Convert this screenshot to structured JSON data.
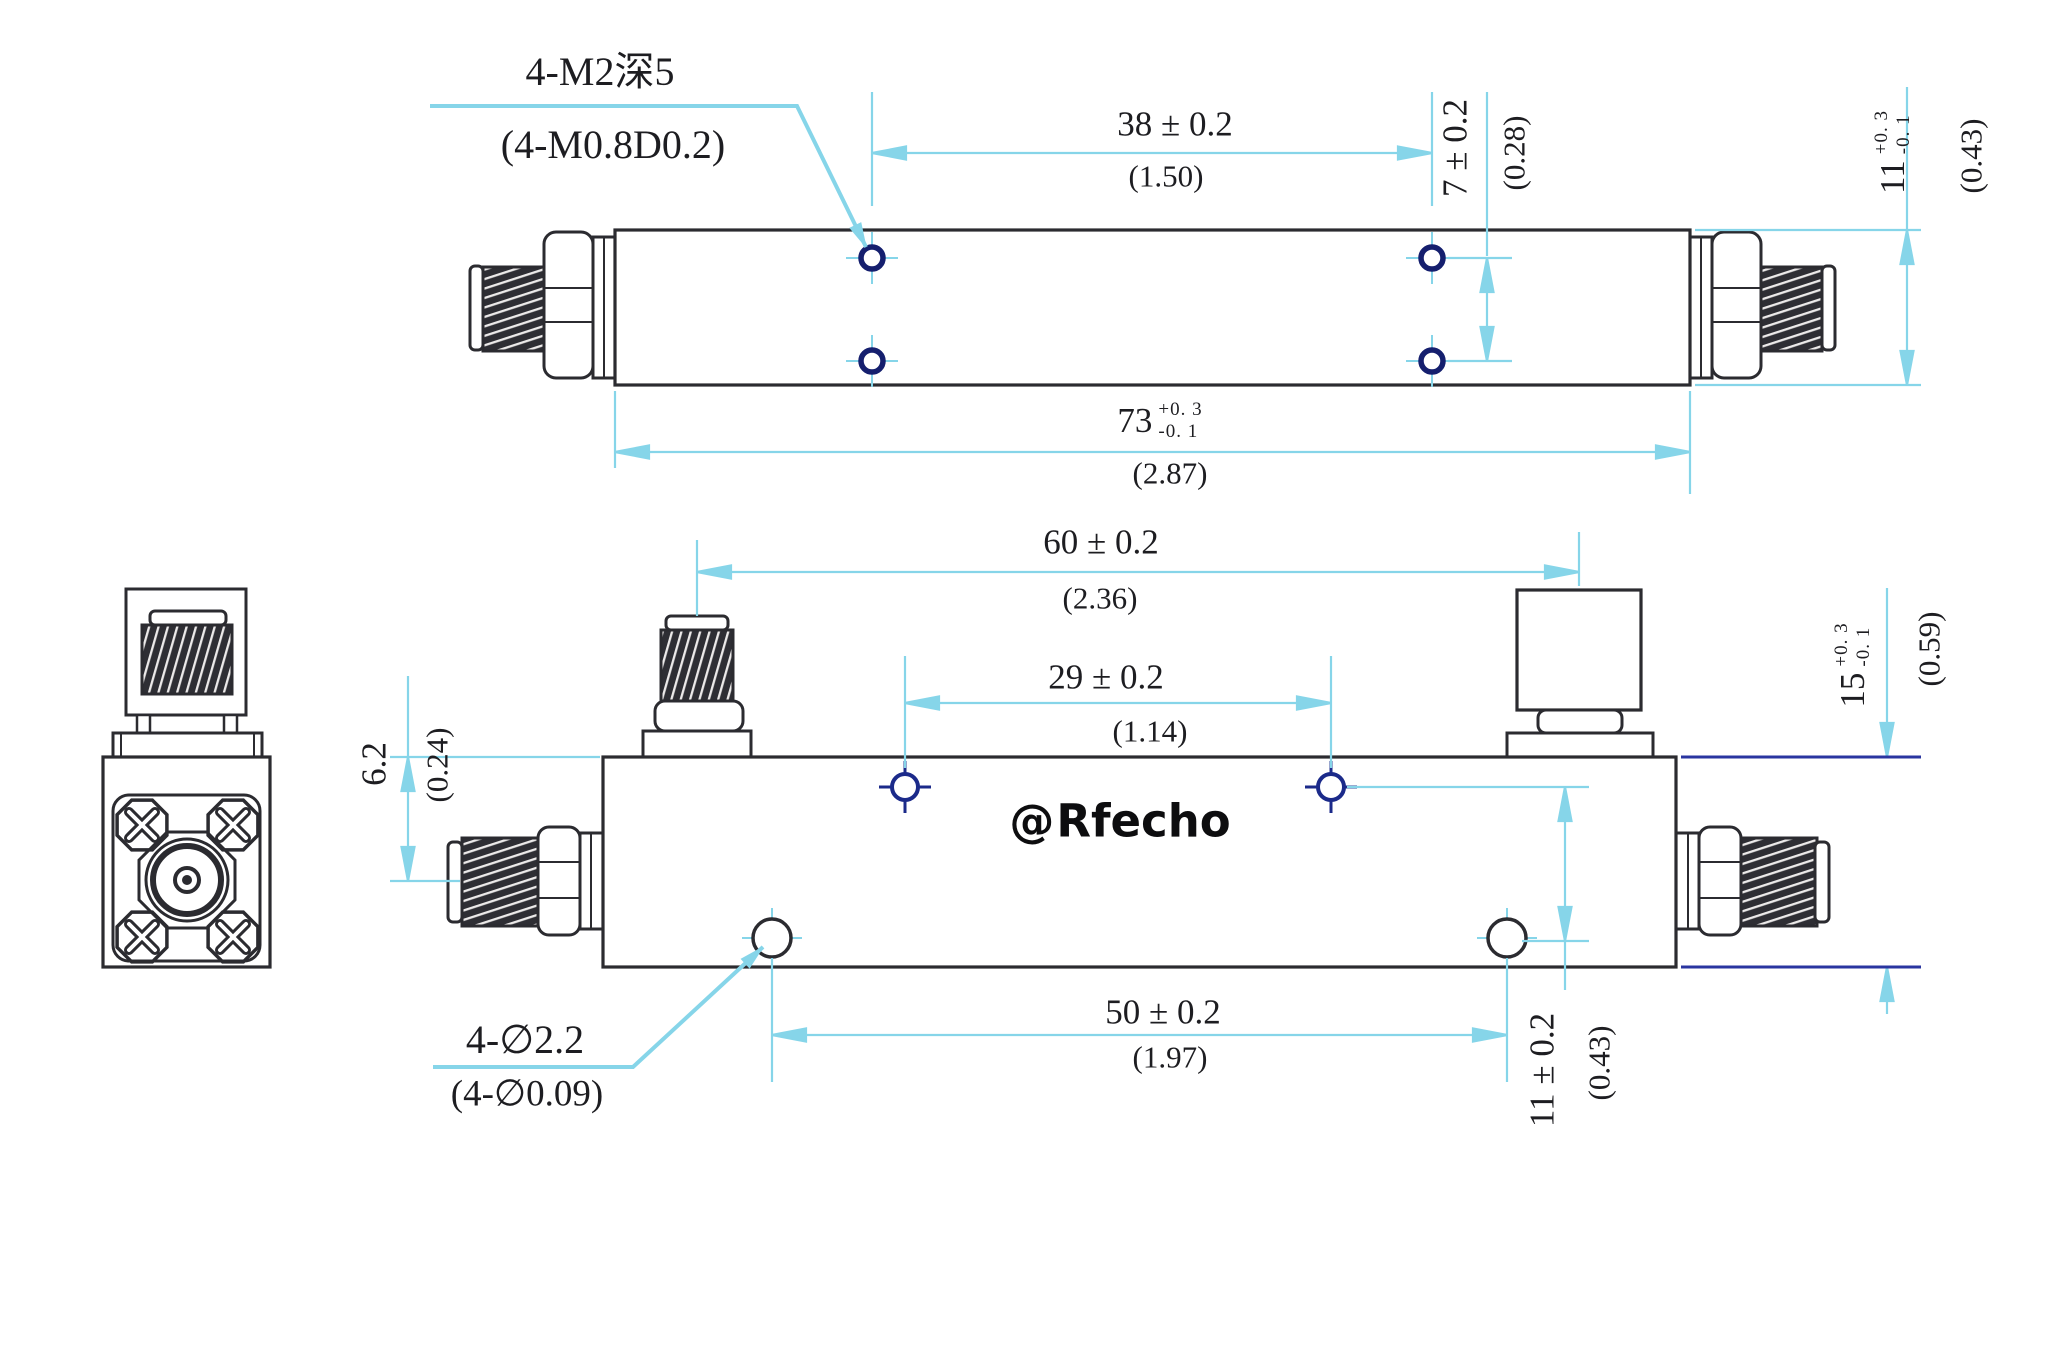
{
  "page": {
    "background": "#ffffff"
  },
  "colors": {
    "dim_cyan": "#86d5e9",
    "hole_navy": "#1b2a8a",
    "ext_navy": "#2a35a0",
    "outline": "#2b2b30",
    "text": "#1d1d21"
  },
  "logo": {
    "symbol": "@",
    "name": "Rfecho"
  },
  "annotations": {
    "thread_note_line1": "4-M2深5",
    "thread_note_line2": "(4-M0.8D0.2)",
    "hole_note_line1": "4-∅2.2",
    "hole_note_line2": "(4-∅0.09)",
    "dims": {
      "d38": {
        "mm": "38 ± 0.2",
        "inch": "(1.50)"
      },
      "d7": {
        "mm": "7 ± 0.2",
        "inch": "(0.28)"
      },
      "d11_top": {
        "mm": "11",
        "tol_plus": "+0. 3",
        "tol_minus": "-0. 1",
        "inch": "(0.43)"
      },
      "d73": {
        "mm": "73",
        "tol_plus": "+0. 3",
        "tol_minus": "-0. 1",
        "inch": "(2.87)"
      },
      "d60": {
        "mm": "60 ± 0.2",
        "inch": "(2.36)"
      },
      "d29": {
        "mm": "29 ± 0.2",
        "inch": "(1.14)"
      },
      "d15": {
        "mm": "15",
        "tol_plus": "+0. 3",
        "tol_minus": "-0. 1",
        "inch": "(0.59)"
      },
      "d6_2": {
        "mm": "6.2",
        "inch": "(0.24)"
      },
      "d50": {
        "mm": "50 ± 0.2",
        "inch": "(1.97)"
      },
      "d11_bottom": {
        "mm": "11 ± 0.2",
        "inch": "(0.43)"
      }
    }
  }
}
